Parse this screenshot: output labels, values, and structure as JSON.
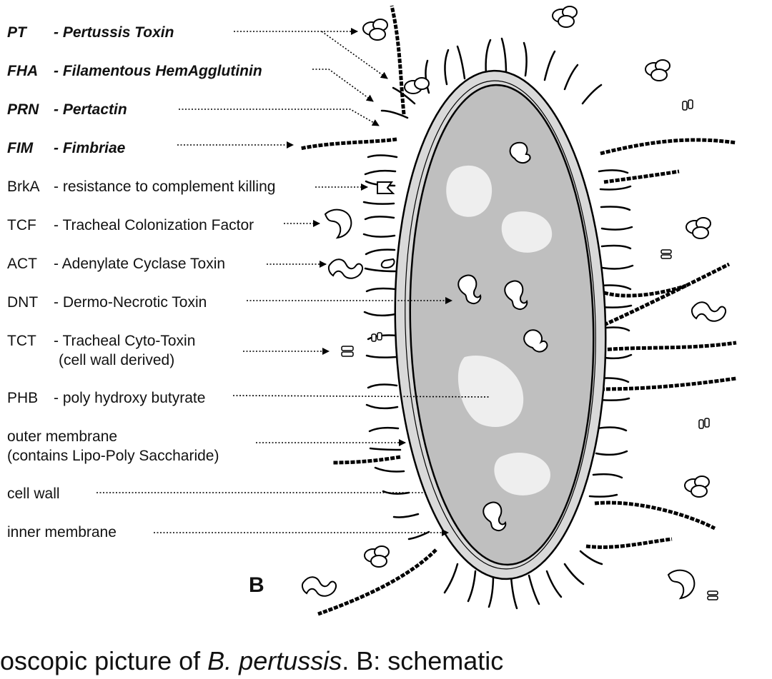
{
  "labels": [
    {
      "abbr": "PT",
      "desc": "- Pertussis Toxin",
      "bold": true
    },
    {
      "abbr": "FHA",
      "desc": "- Filamentous HemAgglutinin",
      "bold": true
    },
    {
      "abbr": "PRN",
      "desc": "- Pertactin",
      "bold": true
    },
    {
      "abbr": "FIM",
      "desc": "- Fimbriae",
      "bold": true
    },
    {
      "abbr": "BrkA",
      "desc": "- resistance to complement killing",
      "bold": false
    },
    {
      "abbr": "TCF",
      "desc": "- Tracheal Colonization Factor",
      "bold": false
    },
    {
      "abbr": "ACT",
      "desc": "- Adenylate Cyclase Toxin",
      "bold": false
    },
    {
      "abbr": "DNT",
      "desc": "- Dermo-Necrotic Toxin",
      "bold": false
    },
    {
      "abbr": "TCT",
      "desc": "- Tracheal Cyto-Toxin",
      "desc2": "(cell wall derived)",
      "bold": false
    },
    {
      "abbr": "PHB",
      "desc": "- poly hydroxy butyrate",
      "bold": false
    }
  ],
  "structures": [
    {
      "line1": "outer membrane",
      "line2": "(contains Lipo-Poly Saccharide)"
    },
    {
      "line1": "cell wall"
    },
    {
      "line1": "inner membrane"
    }
  ],
  "panel_label": "B",
  "caption": {
    "part1": "oscopic picture of ",
    "italic": "B. pertussis",
    "part2": ". B: schematic"
  }
}
